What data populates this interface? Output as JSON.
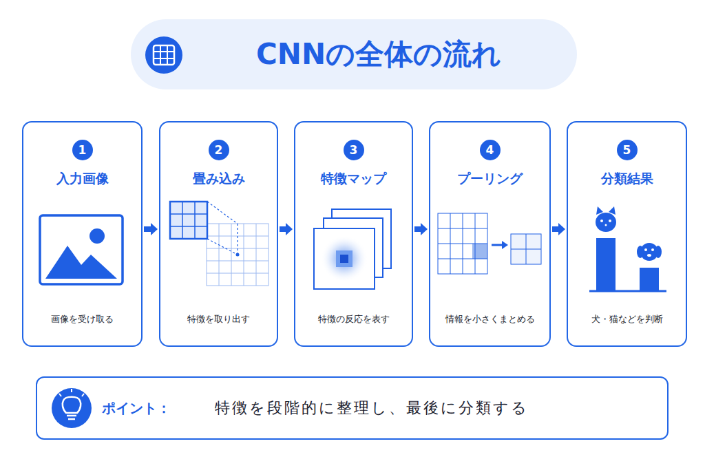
{
  "diagram": {
    "title": "CNNの全体の流れ",
    "nodes": [
      {
        "text": [
          "入力画像",
          "画像を受け取る"
        ]
      },
      {
        "text": [
          "1"
        ],
        "in": 0
      },
      {
        "text": [
          "畳み込み",
          "特徴を取り出す"
        ]
      },
      {
        "text": [
          "2"
        ],
        "in": 2
      },
      {
        "text": [
          "特徴マップ",
          "特徴の反応を表す"
        ]
      },
      {
        "text": [
          "3"
        ],
        "in": 4
      },
      {
        "text": [
          "プーリング",
          "情報を小さくまとめる"
        ]
      },
      {
        "text": [
          "4"
        ],
        "in": 6
      },
      {
        "text": [
          "分類結果",
          "犬・猫などを判断"
        ]
      },
      {
        "text": [
          "5"
        ],
        "in": 8
      },
      {
        "text": [
          "ポイント：",
          "特徴を段階的に整理し、最後に分類する"
        ]
      }
    ],
    "edges": [
      {
        "from": 0,
        "to": 2,
        "arrow": "to"
      },
      {
        "from": 2,
        "to": 4,
        "arrow": "to"
      },
      {
        "from": 4,
        "to": 6,
        "arrow": "to"
      },
      {
        "from": 6,
        "to": 8,
        "arrow": "to"
      }
    ]
  }
}
